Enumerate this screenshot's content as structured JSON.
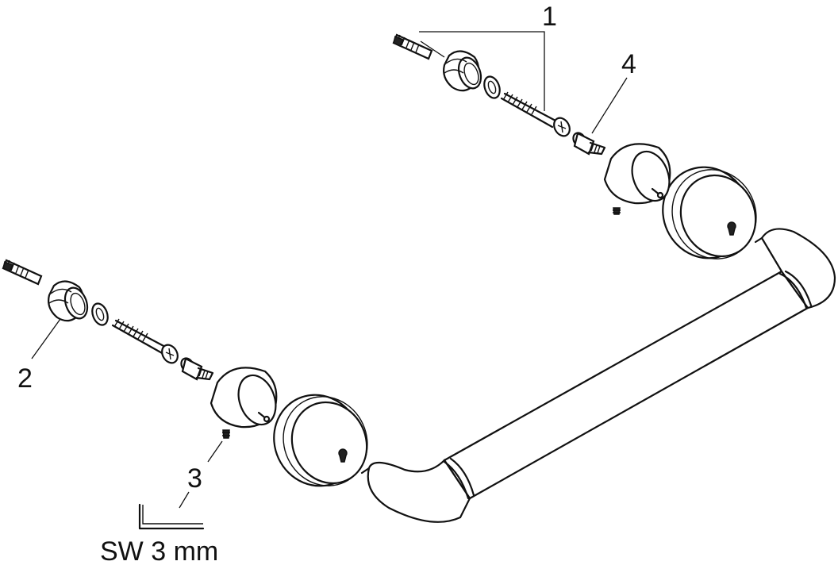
{
  "callouts": {
    "one": "1",
    "two": "2",
    "three": "3",
    "four": "4"
  },
  "tool_label": "SW 3 mm"
}
